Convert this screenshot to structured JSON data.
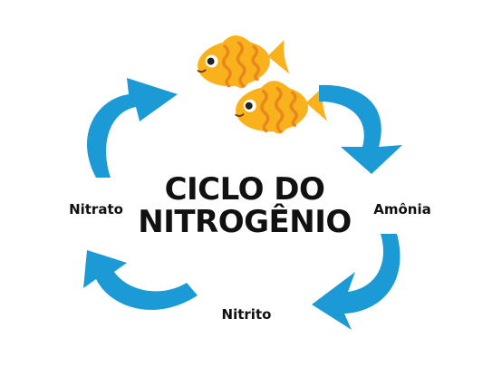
{
  "title": {
    "line1": "CICLO DO",
    "line2": "NITROGÊNIO"
  },
  "stages": [
    {
      "label": "Amônia"
    },
    {
      "label": "Nitrito"
    },
    {
      "label": "Nitrato"
    }
  ],
  "icons": {
    "fish": "goldfish-icon",
    "arrow": "curved-arrow-icon"
  },
  "colors": {
    "arrow": "#1b9ad6",
    "fish_body": "#f9b21b",
    "fish_stripe": "#e8871d",
    "text": "#111111"
  }
}
